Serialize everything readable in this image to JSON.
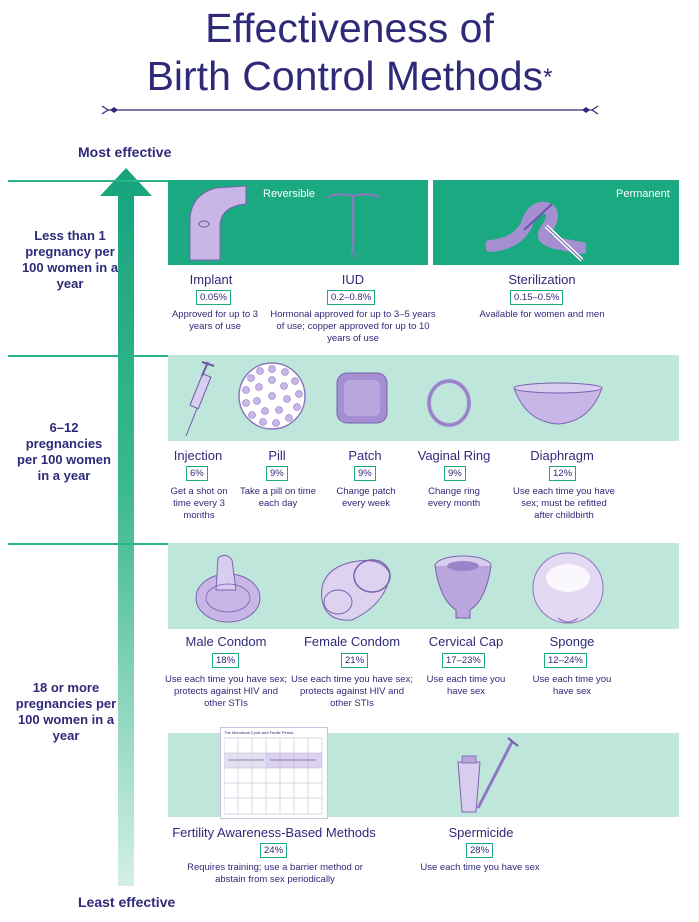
{
  "title": {
    "line1": "Effectiveness of",
    "line2": "Birth Control Methods",
    "mark": "*"
  },
  "axis": {
    "top_label": "Most effective",
    "bottom_label": "Least effective"
  },
  "categories": [
    {
      "label": "Less than 1 pregnancy per 100 women in a year"
    },
    {
      "label": "6–12 pregnancies per 100 women in a year"
    },
    {
      "label": "18 or more pregnancies per 100 women in a year"
    }
  ],
  "band_tags": {
    "reversible": "Reversible",
    "permanent": "Permanent"
  },
  "methods": {
    "implant": {
      "name": "Implant",
      "rate": "0.05%",
      "desc": "Approved for up to 3 years of use"
    },
    "iud": {
      "name": "IUD",
      "rate": "0.2–0.8%",
      "desc": "Hormonal approved for up to 3–5 years of use; copper approved for up to 10 years of use"
    },
    "sterilization": {
      "name": "Sterilization",
      "rate": "0.15–0.5%",
      "desc": "Available for women and men"
    },
    "injection": {
      "name": "Injection",
      "rate": "6%",
      "desc": "Get a shot on time every 3 months"
    },
    "pill": {
      "name": "Pill",
      "rate": "9%",
      "desc": "Take a pill on time each day"
    },
    "patch": {
      "name": "Patch",
      "rate": "9%",
      "desc": "Change patch every week"
    },
    "ring": {
      "name": "Vaginal Ring",
      "rate": "9%",
      "desc": "Change ring every month"
    },
    "diaphragm": {
      "name": "Diaphragm",
      "rate": "12%",
      "desc": "Use each time you have sex; must be refitted after childbirth"
    },
    "male_condom": {
      "name": "Male Condom",
      "rate": "18%",
      "desc": "Use each time you have sex; protects against HIV and other STIs"
    },
    "female_condom": {
      "name": "Female Condom",
      "rate": "21%",
      "desc": "Use each time you have sex; protects against HIV and other STIs"
    },
    "cervical_cap": {
      "name": "Cervical Cap",
      "rate": "17–23%",
      "desc": "Use each time you have sex"
    },
    "sponge": {
      "name": "Sponge",
      "rate": "12–24%",
      "desc": "Use each time you have sex"
    },
    "fabm": {
      "name": "Fertility Awareness-Based Methods",
      "rate": "24%",
      "desc": "Requires training; use a barrier method or abstain from sex periodically"
    },
    "spermicide": {
      "name": "Spermicide",
      "rate": "28%",
      "desc": "Use each time you have sex"
    }
  },
  "calendar": {
    "heading": "The Menstrual Cycle and Fertile Period"
  },
  "colors": {
    "navy": "#2e2a78",
    "green": "#1aa981",
    "light_green": "#bfe6da",
    "lavender": "#b9a6d8"
  }
}
